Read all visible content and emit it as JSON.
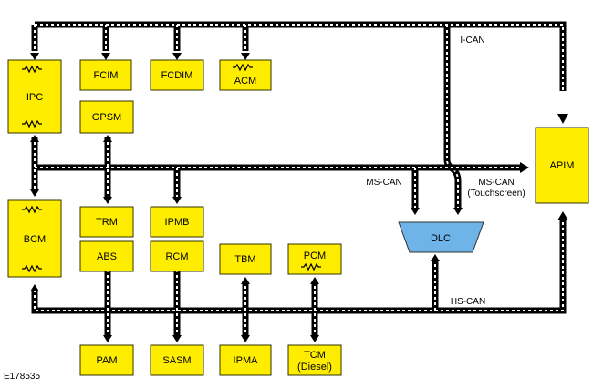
{
  "figure_id": "E178535",
  "colors": {
    "module_fill": "#ffed00",
    "bus_outer": "#000000",
    "bus_inner": "#ffffff",
    "dlc_fill": "#6fb4e8"
  },
  "buses": {
    "ican": "I-CAN",
    "mscan": "MS-CAN",
    "mscan_touch_1": "MS-CAN",
    "mscan_touch_2": "(Touchscreen)",
    "hscan": "HS-CAN"
  },
  "modules": {
    "ipc": "IPC",
    "fcim": "FCIM",
    "fcdim": "FCDIM",
    "acm": "ACM",
    "gpsm": "GPSM",
    "apim": "APIM",
    "bcm": "BCM",
    "trm": "TRM",
    "ipmb": "IPMB",
    "abs": "ABS",
    "rcm": "RCM",
    "tbm": "TBM",
    "pcm": "PCM",
    "dlc": "DLC",
    "pam": "PAM",
    "sasm": "SASM",
    "ipma": "IPMA",
    "tcm_1": "TCM",
    "tcm_2": "(Diesel)"
  }
}
